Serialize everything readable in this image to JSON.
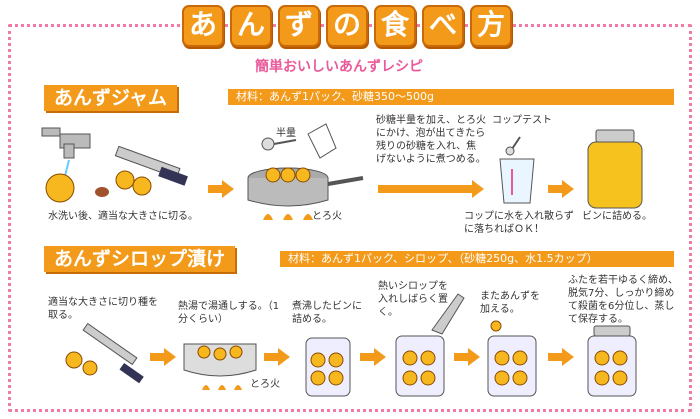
{
  "title_chars": [
    "あ",
    "ん",
    "ず",
    "の",
    "食",
    "べ",
    "方"
  ],
  "subtitle": "簡単おいしいあんずレシピ",
  "jam": {
    "heading": "あんずジャム",
    "materials": "材料：あんず1パック、砂糖350〜500g",
    "step1": "水洗い後、適当な大きさに切る。",
    "sugar_label": "半量",
    "step2_fire": "とろ火",
    "step3": "砂糖半量を加え、とろ火にかけ、泡が出てきたら残りの砂糖を入れ、焦げないように煮つめる。",
    "cup_test": "コップテスト",
    "cup_note": "コップに水を入れ散らずに落ちればＯＫ！",
    "bottle": "ビンに詰める。"
  },
  "syrup": {
    "heading": "あんずシロップ漬け",
    "materials": "材料：あんず1パック、シロップ、（砂糖250g、水1.5カップ）",
    "step1": "適当な大きさに切り種を取る。",
    "step2": "熱湯で湯通しする。（1分くらい）",
    "step2_fire": "とろ火",
    "step3": "煮沸したビンに詰める。",
    "step4": "熱いシロップを入れしばらく置く。",
    "step5": "またあんずを加える。",
    "step6": "ふたを若干ゆるく締め、脱気7分、しっかり締めて殺菌を6分位し、蒸して保存する。"
  },
  "colors": {
    "accent": "#f39a1a",
    "pink": "#ea5a9a",
    "fruit": "#f6b81e"
  }
}
